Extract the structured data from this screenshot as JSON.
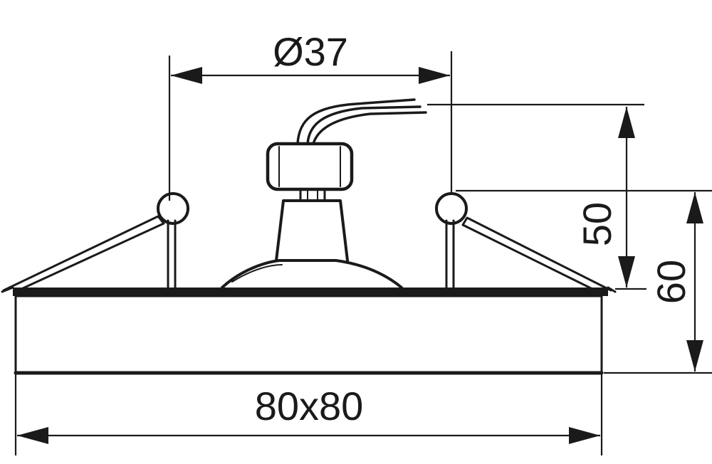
{
  "dimensions": {
    "diameter_label": "Ø37",
    "height_inner_label": "50",
    "height_total_label": "60",
    "width_label": "80x80"
  },
  "colors": {
    "line": "#1a1a1a",
    "background": "#ffffff"
  }
}
